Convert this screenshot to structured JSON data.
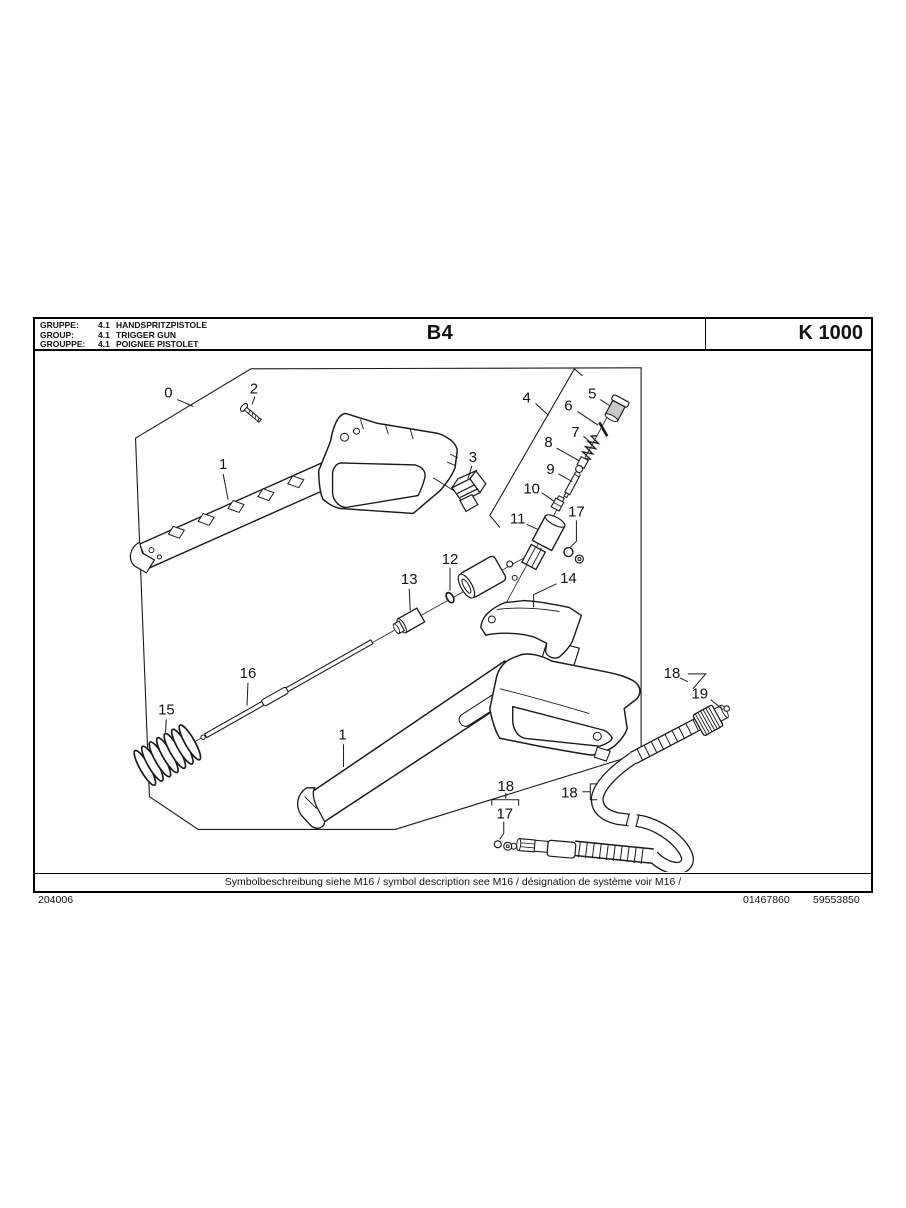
{
  "header": {
    "rows": [
      {
        "label": "GRUPPE:",
        "code": "4.1",
        "name": "HANDSPRITZPISTOLE"
      },
      {
        "label": "GROUP:",
        "code": "4.1",
        "name": "TRIGGER GUN"
      },
      {
        "label": "GROUPPE:",
        "code": "4.1",
        "name": "POIGNEE PISTOLET"
      }
    ],
    "sheet_code": "B4",
    "model": "K 1000"
  },
  "diagram": {
    "description": "exploded-parts-diagram-trigger-gun",
    "callouts": [
      "0",
      "1",
      "2",
      "3",
      "4",
      "5",
      "6",
      "7",
      "8",
      "9",
      "10",
      "11",
      "12",
      "13",
      "14",
      "15",
      "16",
      "17",
      "18",
      "19"
    ]
  },
  "labels": {
    "n0": "0",
    "n1": "1",
    "n2": "2",
    "n3": "3",
    "n4": "4",
    "n5": "5",
    "n6": "6",
    "n7": "7",
    "n8": "8",
    "n9": "9",
    "n10": "10",
    "n11": "11",
    "n12": "12",
    "n13": "13",
    "n14": "14",
    "n15": "15",
    "n16": "16",
    "n17": "17",
    "n18": "18",
    "n19": "19"
  },
  "footer": {
    "symbol_note": "Symbolbeschreibung siehe M16 / symbol description see M16 / désignation de système voir M16 /",
    "doc_number": "204006",
    "ref_left": "01467860",
    "ref_right": "59553850"
  },
  "colors": {
    "line": "#1a1a1a",
    "shade": "#c9c9c9",
    "background": "#ffffff"
  }
}
